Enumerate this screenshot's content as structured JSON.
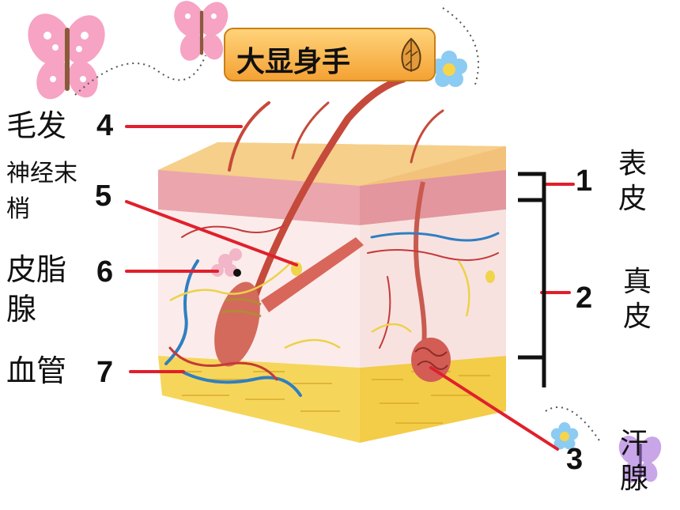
{
  "title": "大显身手",
  "labels": {
    "hair": "毛发",
    "nerve_line1": "神经末",
    "nerve_line2": "梢",
    "sebaceous_line1": "皮脂",
    "sebaceous_line2": "腺",
    "vessel": "血管",
    "epidermis": [
      "表",
      "皮"
    ],
    "dermis": [
      "真",
      "皮"
    ],
    "sweat": [
      "汗",
      "腺"
    ]
  },
  "numbers": {
    "n1": "1",
    "n2": "2",
    "n3": "3",
    "n4": "4",
    "n5": "5",
    "n6": "6",
    "n7": "7"
  },
  "colors": {
    "leader_line": "#e0202c",
    "bracket": "#111111",
    "title_fill": "#f8b54a",
    "epidermis": "#e8a3a8",
    "dermis": "#fbe9e6",
    "fat": "#f6d65a",
    "hair": "#c94a3c",
    "vessel_blue": "#2f7fc1",
    "nerve": "#f0d44a"
  },
  "icons": [
    "butterfly-icon",
    "flower-icon",
    "leaf-icon"
  ]
}
